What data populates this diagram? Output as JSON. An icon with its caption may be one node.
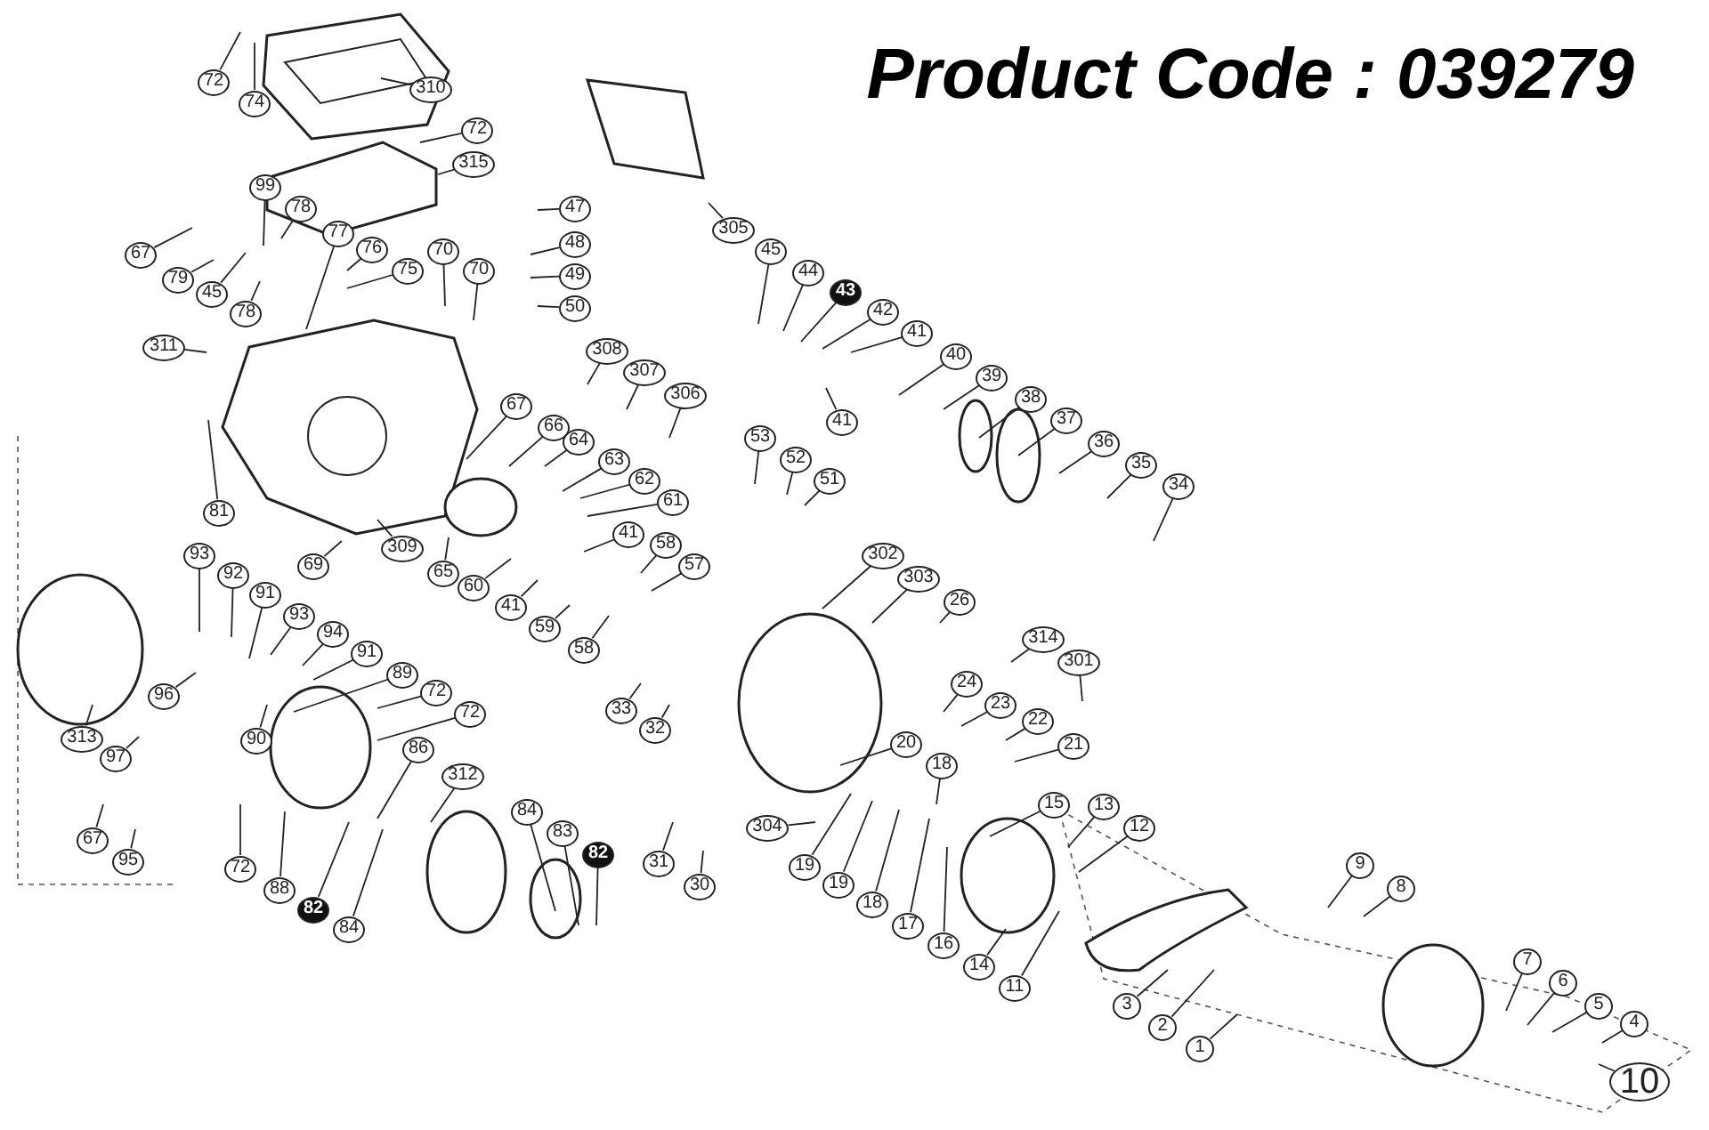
{
  "diagram": {
    "title": "Product Code : 039279",
    "nodes": [
      {
        "text": [
          "72"
        ]
      },
      {
        "text": [
          "74"
        ]
      },
      {
        "text": [
          "310"
        ]
      },
      {
        "text": [
          "72"
        ]
      },
      {
        "text": [
          "315"
        ]
      },
      {
        "text": [
          "99"
        ]
      },
      {
        "text": [
          "78"
        ]
      },
      {
        "text": [
          "77"
        ]
      },
      {
        "text": [
          "76"
        ]
      },
      {
        "text": [
          "75"
        ]
      },
      {
        "text": [
          "70"
        ]
      },
      {
        "text": [
          "70"
        ]
      },
      {
        "text": [
          "67"
        ]
      },
      {
        "text": [
          "79"
        ]
      },
      {
        "text": [
          "45"
        ]
      },
      {
        "text": [
          "78"
        ]
      },
      {
        "text": [
          "47"
        ]
      },
      {
        "text": [
          "48"
        ]
      },
      {
        "text": [
          "49"
        ]
      },
      {
        "text": [
          "50"
        ]
      },
      {
        "text": [
          "305"
        ]
      },
      {
        "text": [
          "45"
        ]
      },
      {
        "text": [
          "44"
        ]
      },
      {
        "text": [
          "43"
        ]
      },
      {
        "text": [
          "42"
        ]
      },
      {
        "text": [
          "41"
        ]
      },
      {
        "text": [
          "40"
        ]
      },
      {
        "text": [
          "39"
        ]
      },
      {
        "text": [
          "38"
        ]
      },
      {
        "text": [
          "37"
        ]
      },
      {
        "text": [
          "36"
        ]
      },
      {
        "text": [
          "35"
        ]
      },
      {
        "text": [
          "34"
        ]
      },
      {
        "text": [
          "41"
        ]
      },
      {
        "text": [
          "311"
        ]
      },
      {
        "text": [
          "308"
        ]
      },
      {
        "text": [
          "307"
        ]
      },
      {
        "text": [
          "306"
        ]
      },
      {
        "text": [
          "53"
        ]
      },
      {
        "text": [
          "52"
        ]
      },
      {
        "text": [
          "51"
        ]
      },
      {
        "text": [
          "67"
        ]
      },
      {
        "text": [
          "66"
        ]
      },
      {
        "text": [
          "64"
        ]
      },
      {
        "text": [
          "63"
        ]
      },
      {
        "text": [
          "62"
        ]
      },
      {
        "text": [
          "61"
        ]
      },
      {
        "text": [
          "41"
        ]
      },
      {
        "text": [
          "58"
        ]
      },
      {
        "text": [
          "57"
        ]
      },
      {
        "text": [
          "81"
        ]
      },
      {
        "text": [
          "69"
        ]
      },
      {
        "text": [
          "309"
        ]
      },
      {
        "text": [
          "65"
        ]
      },
      {
        "text": [
          "60"
        ]
      },
      {
        "text": [
          "41"
        ]
      },
      {
        "text": [
          "59"
        ]
      },
      {
        "text": [
          "58"
        ]
      },
      {
        "text": [
          "302"
        ]
      },
      {
        "text": [
          "303"
        ]
      },
      {
        "text": [
          "26"
        ]
      },
      {
        "text": [
          "314"
        ]
      },
      {
        "text": [
          "301"
        ]
      },
      {
        "text": [
          "93"
        ]
      },
      {
        "text": [
          "92"
        ]
      },
      {
        "text": [
          "91"
        ]
      },
      {
        "text": [
          "93"
        ]
      },
      {
        "text": [
          "94"
        ]
      },
      {
        "text": [
          "91"
        ]
      },
      {
        "text": [
          "89"
        ]
      },
      {
        "text": [
          "72"
        ]
      },
      {
        "text": [
          "72"
        ]
      },
      {
        "text": [
          "33"
        ]
      },
      {
        "text": [
          "32"
        ]
      },
      {
        "text": [
          "24"
        ]
      },
      {
        "text": [
          "23"
        ]
      },
      {
        "text": [
          "22"
        ]
      },
      {
        "text": [
          "21"
        ]
      },
      {
        "text": [
          "96"
        ]
      },
      {
        "text": [
          "313"
        ]
      },
      {
        "text": [
          "97"
        ]
      },
      {
        "text": [
          "90"
        ]
      },
      {
        "text": [
          "86"
        ]
      },
      {
        "text": [
          "312"
        ]
      },
      {
        "text": [
          "20"
        ]
      },
      {
        "text": [
          "18"
        ]
      },
      {
        "text": [
          "15"
        ]
      },
      {
        "text": [
          "304"
        ]
      },
      {
        "text": [
          "13"
        ]
      },
      {
        "text": [
          "12"
        ]
      },
      {
        "text": [
          "67"
        ]
      },
      {
        "text": [
          "95"
        ]
      },
      {
        "text": [
          "84"
        ]
      },
      {
        "text": [
          "83"
        ]
      },
      {
        "text": [
          "82"
        ]
      },
      {
        "text": [
          "72"
        ]
      },
      {
        "text": [
          "31"
        ]
      },
      {
        "text": [
          "30"
        ]
      },
      {
        "text": [
          "9"
        ]
      },
      {
        "text": [
          "19"
        ]
      },
      {
        "text": [
          "19"
        ]
      },
      {
        "text": [
          "8"
        ]
      },
      {
        "text": [
          "88"
        ]
      },
      {
        "text": [
          "18"
        ]
      },
      {
        "text": [
          "82"
        ]
      },
      {
        "text": [
          "17"
        ]
      },
      {
        "text": [
          "84"
        ]
      },
      {
        "text": [
          "16"
        ]
      },
      {
        "text": [
          "7"
        ]
      },
      {
        "text": [
          "14"
        ]
      },
      {
        "text": [
          "6"
        ]
      },
      {
        "text": [
          "11"
        ]
      },
      {
        "text": [
          "3"
        ]
      },
      {
        "text": [
          "5"
        ]
      },
      {
        "text": [
          "4"
        ]
      },
      {
        "text": [
          "2"
        ]
      },
      {
        "text": [
          "1"
        ]
      },
      {
        "text": [
          "10"
        ]
      }
    ],
    "edges": [
      {
        "from": 0,
        "to": null,
        "arrow": "none"
      },
      {
        "from": 1,
        "to": null,
        "arrow": "none"
      },
      {
        "from": 2,
        "to": null,
        "arrow": "none"
      },
      {
        "from": 3,
        "to": null,
        "arrow": "none"
      },
      {
        "from": 4,
        "to": null,
        "arrow": "none"
      },
      {
        "from": 5,
        "to": null,
        "arrow": "none"
      },
      {
        "from": 6,
        "to": null,
        "arrow": "none"
      },
      {
        "from": 7,
        "to": null,
        "arrow": "none"
      },
      {
        "from": 8,
        "to": null,
        "arrow": "none"
      },
      {
        "from": 9,
        "to": null,
        "arrow": "none"
      },
      {
        "from": 10,
        "to": null,
        "arrow": "none"
      },
      {
        "from": 11,
        "to": null,
        "arrow": "none"
      },
      {
        "from": 12,
        "to": null,
        "arrow": "none"
      },
      {
        "from": 13,
        "to": null,
        "arrow": "none"
      },
      {
        "from": 14,
        "to": null,
        "arrow": "none"
      },
      {
        "from": 15,
        "to": null,
        "arrow": "none"
      },
      {
        "from": 16,
        "to": null,
        "arrow": "none"
      },
      {
        "from": 17,
        "to": null,
        "arrow": "none"
      },
      {
        "from": 18,
        "to": null,
        "arrow": "none"
      },
      {
        "from": 19,
        "to": null,
        "arrow": "none"
      },
      {
        "from": 20,
        "to": null,
        "arrow": "none"
      },
      {
        "from": 21,
        "to": null,
        "arrow": "none"
      },
      {
        "from": 22,
        "to": null,
        "arrow": "none"
      },
      {
        "from": 23,
        "to": null,
        "arrow": "none"
      },
      {
        "from": 24,
        "to": null,
        "arrow": "none"
      },
      {
        "from": 25,
        "to": null,
        "arrow": "none"
      },
      {
        "from": 26,
        "to": null,
        "arrow": "none"
      },
      {
        "from": 27,
        "to": null,
        "arrow": "none"
      },
      {
        "from": 28,
        "to": null,
        "arrow": "none"
      },
      {
        "from": 29,
        "to": null,
        "arrow": "none"
      },
      {
        "from": 30,
        "to": null,
        "arrow": "none"
      },
      {
        "from": 31,
        "to": null,
        "arrow": "none"
      },
      {
        "from": 32,
        "to": null,
        "arrow": "none"
      },
      {
        "from": 33,
        "to": null,
        "arrow": "none"
      },
      {
        "from": 34,
        "to": null,
        "arrow": "none"
      },
      {
        "from": 35,
        "to": null,
        "arrow": "none"
      },
      {
        "from": 36,
        "to": null,
        "arrow": "none"
      },
      {
        "from": 37,
        "to": null,
        "arrow": "none"
      },
      {
        "from": 38,
        "to": null,
        "arrow": "none"
      },
      {
        "from": 39,
        "to": null,
        "arrow": "none"
      },
      {
        "from": 40,
        "to": null,
        "arrow": "none"
      },
      {
        "from": 41,
        "to": null,
        "arrow": "none"
      },
      {
        "from": 42,
        "to": null,
        "arrow": "none"
      },
      {
        "from": 43,
        "to": null,
        "arrow": "none"
      },
      {
        "from": 44,
        "to": null,
        "arrow": "none"
      },
      {
        "from": 45,
        "to": null,
        "arrow": "none"
      },
      {
        "from": 46,
        "to": null,
        "arrow": "none"
      },
      {
        "from": 47,
        "to": null,
        "arrow": "none"
      },
      {
        "from": 48,
        "to": null,
        "arrow": "none"
      },
      {
        "from": 49,
        "to": null,
        "arrow": "none"
      },
      {
        "from": 50,
        "to": null,
        "arrow": "none"
      },
      {
        "from": 51,
        "to": null,
        "arrow": "none"
      },
      {
        "from": 52,
        "to": null,
        "arrow": "none"
      },
      {
        "from": 53,
        "to": null,
        "arrow": "none"
      },
      {
        "from": 54,
        "to": null,
        "arrow": "none"
      },
      {
        "from": 55,
        "to": null,
        "arrow": "none"
      },
      {
        "from": 56,
        "to": null,
        "arrow": "none"
      },
      {
        "from": 57,
        "to": null,
        "arrow": "none"
      },
      {
        "from": 58,
        "to": null,
        "arrow": "none"
      },
      {
        "from": 59,
        "to": null,
        "arrow": "none"
      },
      {
        "from": 60,
        "to": null,
        "arrow": "none"
      },
      {
        "from": 61,
        "to": null,
        "arrow": "none"
      },
      {
        "from": 62,
        "to": null,
        "arrow": "none"
      },
      {
        "from": 63,
        "to": null,
        "arrow": "none"
      },
      {
        "from": 64,
        "to": null,
        "arrow": "none"
      },
      {
        "from": 65,
        "to": null,
        "arrow": "none"
      },
      {
        "from": 66,
        "to": null,
        "arrow": "none"
      },
      {
        "from": 67,
        "to": null,
        "arrow": "none"
      },
      {
        "from": 68,
        "to": null,
        "arrow": "none"
      },
      {
        "from": 69,
        "to": null,
        "arrow": "none"
      },
      {
        "from": 70,
        "to": null,
        "arrow": "none"
      },
      {
        "from": 71,
        "to": null,
        "arrow": "none"
      },
      {
        "from": 72,
        "to": null,
        "arrow": "none"
      },
      {
        "from": 73,
        "to": null,
        "arrow": "none"
      },
      {
        "from": 74,
        "to": null,
        "arrow": "none"
      },
      {
        "from": 75,
        "to": null,
        "arrow": "none"
      },
      {
        "from": 76,
        "to": null,
        "arrow": "none"
      },
      {
        "from": 77,
        "to": null,
        "arrow": "none"
      },
      {
        "from": 78,
        "to": null,
        "arrow": "none"
      },
      {
        "from": 79,
        "to": null,
        "arrow": "none"
      },
      {
        "from": 80,
        "to": null,
        "arrow": "none"
      },
      {
        "from": 81,
        "to": null,
        "arrow": "none"
      },
      {
        "from": 82,
        "to": null,
        "arrow": "none"
      },
      {
        "from": 83,
        "to": null,
        "arrow": "none"
      },
      {
        "from": 84,
        "to": null,
        "arrow": "none"
      },
      {
        "from": 85,
        "to": null,
        "arrow": "none"
      },
      {
        "from": 86,
        "to": null,
        "arrow": "none"
      },
      {
        "from": 87,
        "to": null,
        "arrow": "none"
      },
      {
        "from": 88,
        "to": null,
        "arrow": "none"
      },
      {
        "from": 89,
        "to": null,
        "arrow": "none"
      },
      {
        "from": 90,
        "to": null,
        "arrow": "none"
      },
      {
        "from": 91,
        "to": null,
        "arrow": "none"
      },
      {
        "from": 92,
        "to": null,
        "arrow": "none"
      },
      {
        "from": 93,
        "to": null,
        "arrow": "none"
      },
      {
        "from": 94,
        "to": null,
        "arrow": "none"
      },
      {
        "from": 95,
        "to": null,
        "arrow": "none"
      },
      {
        "from": 96,
        "to": null,
        "arrow": "none"
      },
      {
        "from": 97,
        "to": null,
        "arrow": "none"
      },
      {
        "from": 98,
        "to": null,
        "arrow": "none"
      },
      {
        "from": 99,
        "to": null,
        "arrow": "none"
      },
      {
        "from": 100,
        "to": null,
        "arrow": "none"
      },
      {
        "from": 101,
        "to": null,
        "arrow": "none"
      },
      {
        "from": 102,
        "to": null,
        "arrow": "none"
      },
      {
        "from": 103,
        "to": null,
        "arrow": "none"
      },
      {
        "from": 104,
        "to": null,
        "arrow": "none"
      },
      {
        "from": 105,
        "to": null,
        "arrow": "none"
      },
      {
        "from": 106,
        "to": null,
        "arrow": "none"
      },
      {
        "from": 107,
        "to": null,
        "arrow": "none"
      },
      {
        "from": 108,
        "to": null,
        "arrow": "none"
      },
      {
        "from": 109,
        "to": null,
        "arrow": "none"
      },
      {
        "from": 110,
        "to": null,
        "arrow": "none"
      },
      {
        "from": 111,
        "to": null,
        "arrow": "none"
      },
      {
        "from": 112,
        "to": null,
        "arrow": "none"
      },
      {
        "from": 113,
        "to": null,
        "arrow": "none"
      },
      {
        "from": 114,
        "to": null,
        "arrow": "none"
      },
      {
        "from": 115,
        "to": null,
        "arrow": "none"
      },
      {
        "from": 116,
        "to": null,
        "arrow": "none"
      },
      {
        "from": 117,
        "to": null,
        "arrow": "none"
      }
    ]
  }
}
